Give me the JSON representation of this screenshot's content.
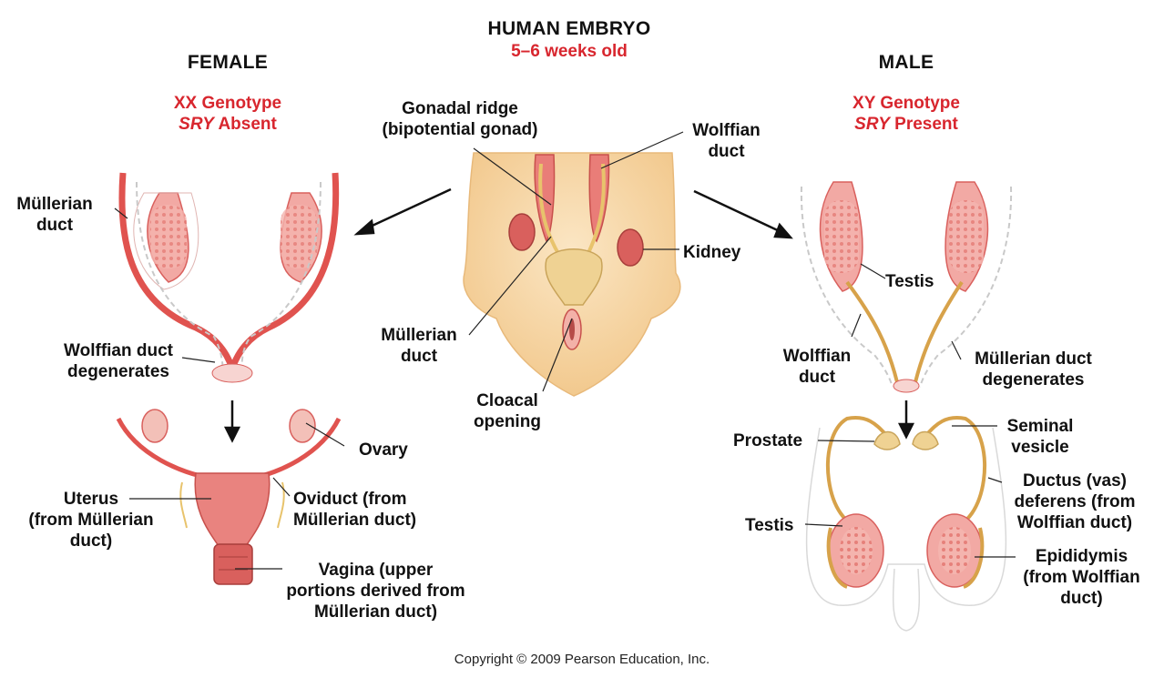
{
  "title": "HUMAN EMBRYO",
  "subtitle": "5–6 weeks old",
  "female": {
    "heading": "FEMALE",
    "genotype": "XX Genotype",
    "sry_label": "SRY",
    "sry_status": "Absent",
    "labels": {
      "mullerian_1": "Müllerian",
      "mullerian_2": "duct",
      "wolffian_degen_1": "Wolffian duct",
      "wolffian_degen_2": "degenerates",
      "ovary": "Ovary",
      "uterus_1": "Uterus",
      "uterus_2": "(from Müllerian",
      "uterus_3": "duct)",
      "oviduct_1": "Oviduct (from",
      "oviduct_2": "Müllerian duct)",
      "vagina_1": "Vagina (upper",
      "vagina_2": "portions derived from",
      "vagina_3": "Müllerian duct)"
    }
  },
  "embryo": {
    "labels": {
      "gonadal_1": "Gonadal ridge",
      "gonadal_2": "(bipotential gonad)",
      "wolffian_1": "Wolffian",
      "wolffian_2": "duct",
      "kidney": "Kidney",
      "mullerian_1": "Müllerian",
      "mullerian_2": "duct",
      "cloacal_1": "Cloacal",
      "cloacal_2": "opening"
    }
  },
  "male": {
    "heading": "MALE",
    "genotype": "XY Genotype",
    "sry_label": "SRY",
    "sry_status": "Present",
    "labels": {
      "testis_top": "Testis",
      "wolffian_1": "Wolffian",
      "wolffian_2": "duct",
      "mullerian_degen_1": "Müllerian duct",
      "mullerian_degen_2": "degenerates",
      "prostate": "Prostate",
      "seminal_1": "Seminal",
      "seminal_2": "vesicle",
      "ductus_1": "Ductus (vas)",
      "ductus_2": "deferens (from",
      "ductus_3": "Wolffian duct)",
      "testis_bottom": "Testis",
      "epididymis_1": "Epididymis",
      "epididymis_2": "(from Wolffian",
      "epididymis_3": "duct)"
    }
  },
  "copyright": "Copyright © 2009 Pearson Education, Inc.",
  "colors": {
    "accent_red": "#d8262e",
    "organ_pink": "#f2a9a4",
    "organ_dark": "#d9605d",
    "duct_red": "#e0534f",
    "duct_tan": "#d7a24a",
    "embryo_skin": "#f8d9a8"
  }
}
